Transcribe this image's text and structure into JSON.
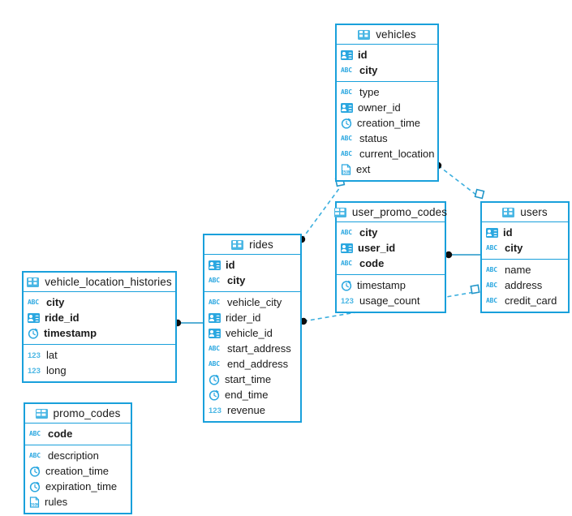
{
  "diagram": {
    "title": "database-er-diagram",
    "colors": {
      "border": "#19a0db",
      "icon_blue": "#2aa7e0",
      "icon_light_blue": "#49b6e4",
      "edge": "#2196c9",
      "text": "#1a1a1a",
      "background": "#ffffff"
    },
    "icon_names": {
      "table": "table-grid-icon",
      "uuid": "contact-card-icon",
      "string": "abc-text-icon",
      "number": "123-number-icon",
      "timestamp": "clock-icon",
      "json": "json-document-icon"
    }
  },
  "entities": [
    {
      "id": "vehicles",
      "name": "vehicles",
      "keys": [
        {
          "label": "id",
          "type": "uuid"
        },
        {
          "label": "city",
          "type": "string"
        }
      ],
      "fields": [
        {
          "label": "type",
          "type": "string"
        },
        {
          "label": "owner_id",
          "type": "uuid"
        },
        {
          "label": "creation_time",
          "type": "timestamp"
        },
        {
          "label": "status",
          "type": "string"
        },
        {
          "label": "current_location",
          "type": "string"
        },
        {
          "label": "ext",
          "type": "json"
        }
      ]
    },
    {
      "id": "user_promo_codes",
      "name": "user_promo_codes",
      "keys": [
        {
          "label": "city",
          "type": "string"
        },
        {
          "label": "user_id",
          "type": "uuid"
        },
        {
          "label": "code",
          "type": "string"
        }
      ],
      "fields": [
        {
          "label": "timestamp",
          "type": "timestamp"
        },
        {
          "label": "usage_count",
          "type": "number"
        }
      ]
    },
    {
      "id": "users",
      "name": "users",
      "keys": [
        {
          "label": "id",
          "type": "uuid"
        },
        {
          "label": "city",
          "type": "string"
        }
      ],
      "fields": [
        {
          "label": "name",
          "type": "string"
        },
        {
          "label": "address",
          "type": "string"
        },
        {
          "label": "credit_card",
          "type": "string"
        }
      ]
    },
    {
      "id": "rides",
      "name": "rides",
      "keys": [
        {
          "label": "id",
          "type": "uuid"
        },
        {
          "label": "city",
          "type": "string"
        }
      ],
      "fields": [
        {
          "label": "vehicle_city",
          "type": "string"
        },
        {
          "label": "rider_id",
          "type": "uuid"
        },
        {
          "label": "vehicle_id",
          "type": "uuid"
        },
        {
          "label": "start_address",
          "type": "string"
        },
        {
          "label": "end_address",
          "type": "string"
        },
        {
          "label": "start_time",
          "type": "timestamp"
        },
        {
          "label": "end_time",
          "type": "timestamp"
        },
        {
          "label": "revenue",
          "type": "number"
        }
      ]
    },
    {
      "id": "vehicle_location_histories",
      "name": "vehicle_location_histories",
      "keys": [
        {
          "label": "city",
          "type": "string"
        },
        {
          "label": "ride_id",
          "type": "uuid"
        },
        {
          "label": "timestamp",
          "type": "timestamp"
        }
      ],
      "fields": [
        {
          "label": "lat",
          "type": "number"
        },
        {
          "label": "long",
          "type": "number"
        }
      ]
    },
    {
      "id": "promo_codes",
      "name": "promo_codes",
      "keys": [
        {
          "label": "code",
          "type": "string"
        }
      ],
      "fields": [
        {
          "label": "description",
          "type": "string"
        },
        {
          "label": "creation_time",
          "type": "timestamp"
        },
        {
          "label": "expiration_time",
          "type": "timestamp"
        },
        {
          "label": "rules",
          "type": "json"
        }
      ]
    }
  ],
  "relationships": [
    {
      "id": "rides-to-vehicles",
      "from": "rides",
      "to": "vehicles",
      "style": "dashed"
    },
    {
      "id": "vehicles-to-users",
      "from": "vehicles",
      "to": "users",
      "style": "dashed"
    },
    {
      "id": "rides-to-users",
      "from": "rides",
      "to": "users",
      "style": "dashed"
    },
    {
      "id": "user_promo_codes-to-users",
      "from": "user_promo_codes",
      "to": "users",
      "style": "solid"
    },
    {
      "id": "vehicle_location_histories-to-rides",
      "from": "vehicle_location_histories",
      "to": "rides",
      "style": "solid"
    }
  ]
}
